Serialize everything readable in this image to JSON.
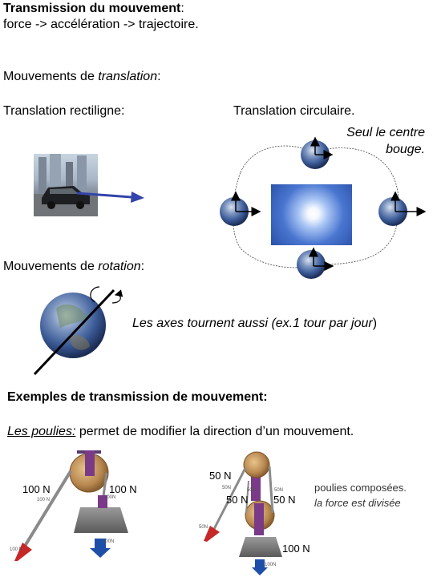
{
  "heading": {
    "title_bold": "Transmission du mouvement",
    "title_colon": ":",
    "subtitle": "force -> accélération -> trajectoire."
  },
  "translation": {
    "label_prefix": "Mouvements de ",
    "label_italic": "translation",
    "label_suffix": ":",
    "rectiligne": "Translation rectiligne:",
    "circulaire": "Translation circulaire.",
    "note_line1": "Seul le centre",
    "note_line2": "bouge."
  },
  "rotation": {
    "label_prefix": "Mouvements de ",
    "label_italic": "rotation",
    "label_suffix": ":",
    "caption_italic": "Les axes tournent aussi (ex.1 tour par jour",
    "caption_paren": ")"
  },
  "exemples": {
    "title": "Exemples de transmission de mouvement:",
    "poulies_label": "Les poulies:",
    "poulies_text": " permet de modifier la direction d’un mouvement."
  },
  "pulley_simple": {
    "left_force": "100 N",
    "right_force": "100 N",
    "tiny_left": "100 N",
    "tiny_right": "100N",
    "tiny_bottom": "100N",
    "tiny_rope": "100 N"
  },
  "pulley_compound": {
    "top_force": "50 N",
    "left_force": "50 N",
    "right_force": "50 N",
    "load_force": "100 N",
    "tiny_a": "50N",
    "tiny_b": "50N",
    "tiny_c": "50N",
    "tiny_d": "50N",
    "tiny_e": "100N",
    "note_line1": "poulies composées.",
    "note_line2": "la force  est divisée"
  }
}
